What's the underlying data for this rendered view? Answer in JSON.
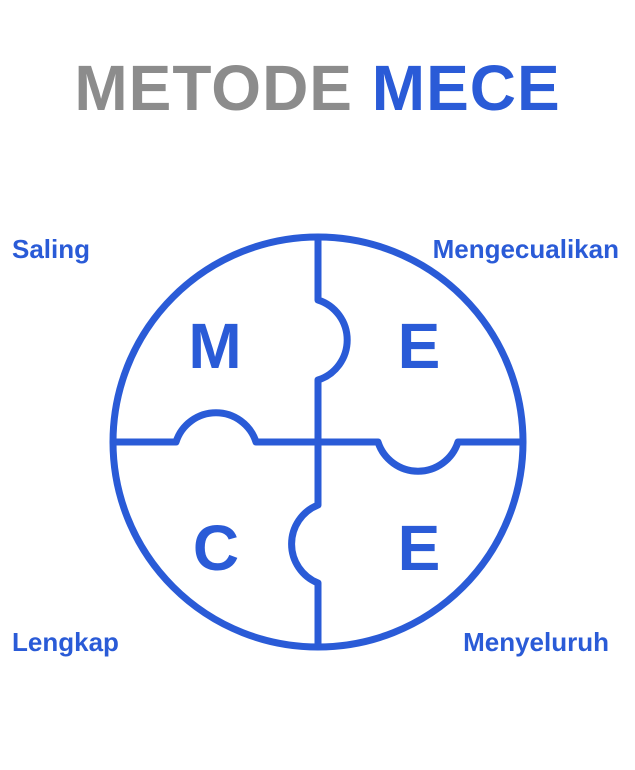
{
  "title": {
    "part1": "METODE",
    "part2": "MECE"
  },
  "labels": {
    "top_left": "Saling",
    "top_right": "Mengecualikan",
    "bottom_left": "Lengkap",
    "bottom_right": "Menyeluruh"
  },
  "pieces": {
    "top_left": "M",
    "top_right": "E",
    "bottom_left": "C",
    "bottom_right": "E"
  },
  "colors": {
    "accent": "#2a5bd7",
    "title_gray": "#8c8c8c"
  }
}
